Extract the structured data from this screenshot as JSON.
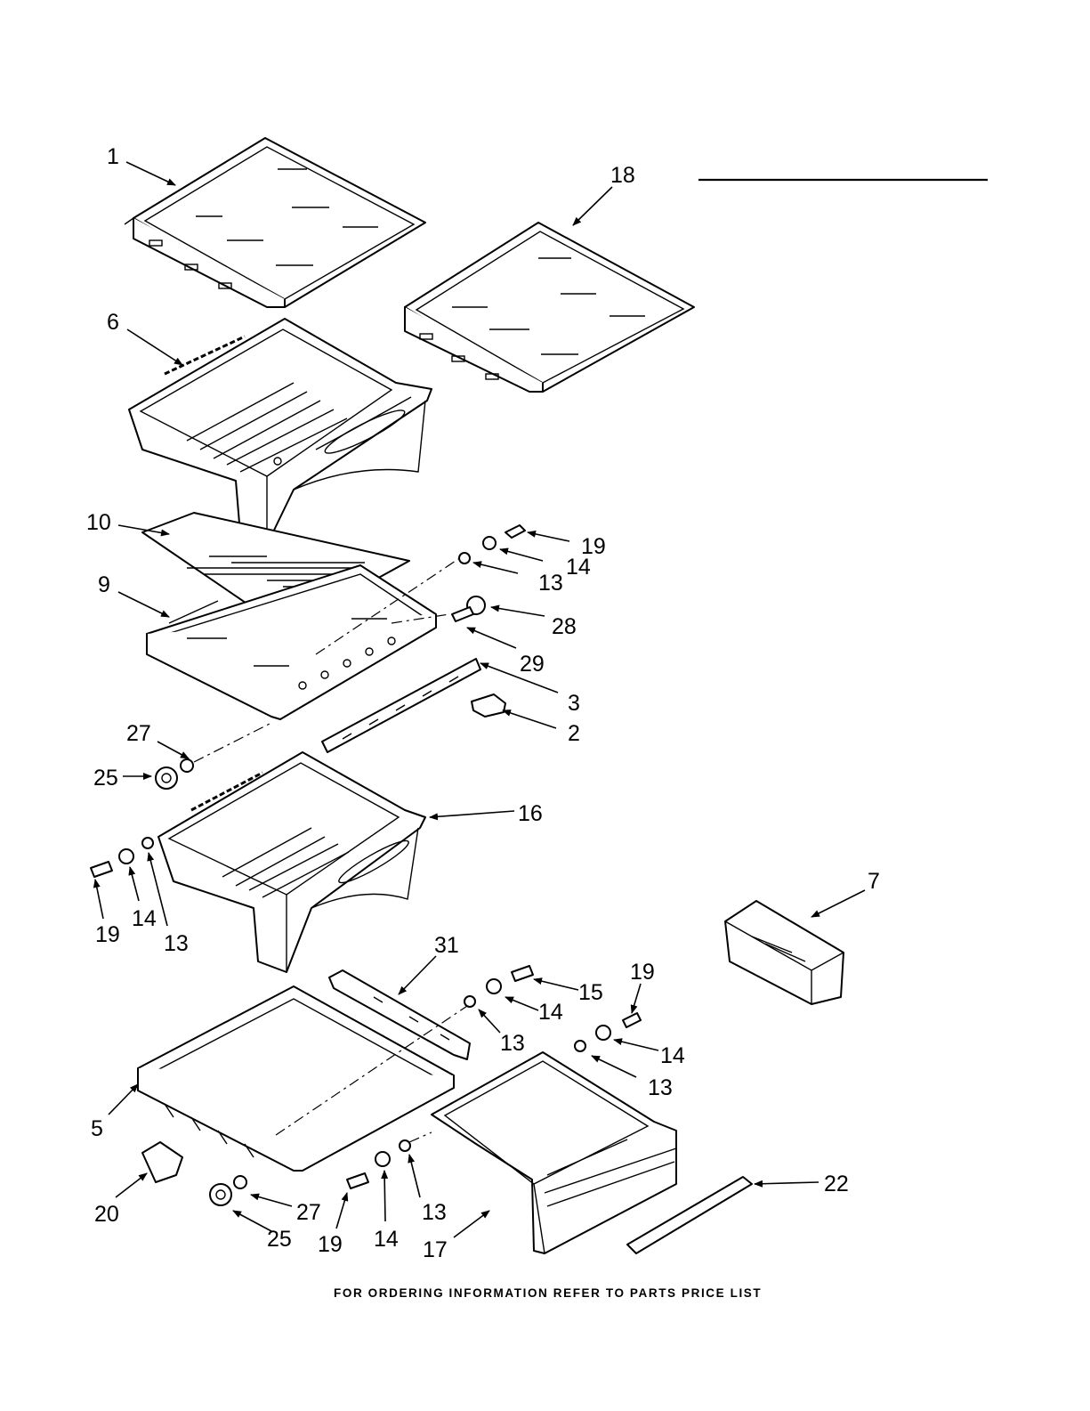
{
  "footer": "FOR ORDERING INFORMATION REFER TO PARTS PRICE LIST",
  "callouts": [
    {
      "key": "c1",
      "text": "1"
    },
    {
      "key": "c18",
      "text": "18"
    },
    {
      "key": "c6",
      "text": "6"
    },
    {
      "key": "c10",
      "text": "10"
    },
    {
      "key": "c9",
      "text": "9"
    },
    {
      "key": "c19a",
      "text": "19"
    },
    {
      "key": "c14a",
      "text": "14"
    },
    {
      "key": "c13a",
      "text": "13"
    },
    {
      "key": "c28",
      "text": "28"
    },
    {
      "key": "c29",
      "text": "29"
    },
    {
      "key": "c3",
      "text": "3"
    },
    {
      "key": "c2",
      "text": "2"
    },
    {
      "key": "c27a",
      "text": "27"
    },
    {
      "key": "c25a",
      "text": "25"
    },
    {
      "key": "c16",
      "text": "16"
    },
    {
      "key": "c19b",
      "text": "19"
    },
    {
      "key": "c14b",
      "text": "14"
    },
    {
      "key": "c13b",
      "text": "13"
    },
    {
      "key": "c7",
      "text": "7"
    },
    {
      "key": "c31",
      "text": "31"
    },
    {
      "key": "c15",
      "text": "15"
    },
    {
      "key": "c14c",
      "text": "14"
    },
    {
      "key": "c19c",
      "text": "19"
    },
    {
      "key": "c13c",
      "text": "13"
    },
    {
      "key": "c14d",
      "text": "14"
    },
    {
      "key": "c13d",
      "text": "13"
    },
    {
      "key": "c5",
      "text": "5"
    },
    {
      "key": "c20",
      "text": "20"
    },
    {
      "key": "c27b",
      "text": "27"
    },
    {
      "key": "c25b",
      "text": "25"
    },
    {
      "key": "c19d",
      "text": "19"
    },
    {
      "key": "c14e",
      "text": "14"
    },
    {
      "key": "c13e",
      "text": "13"
    },
    {
      "key": "c17",
      "text": "17"
    },
    {
      "key": "c22",
      "text": "22"
    }
  ]
}
